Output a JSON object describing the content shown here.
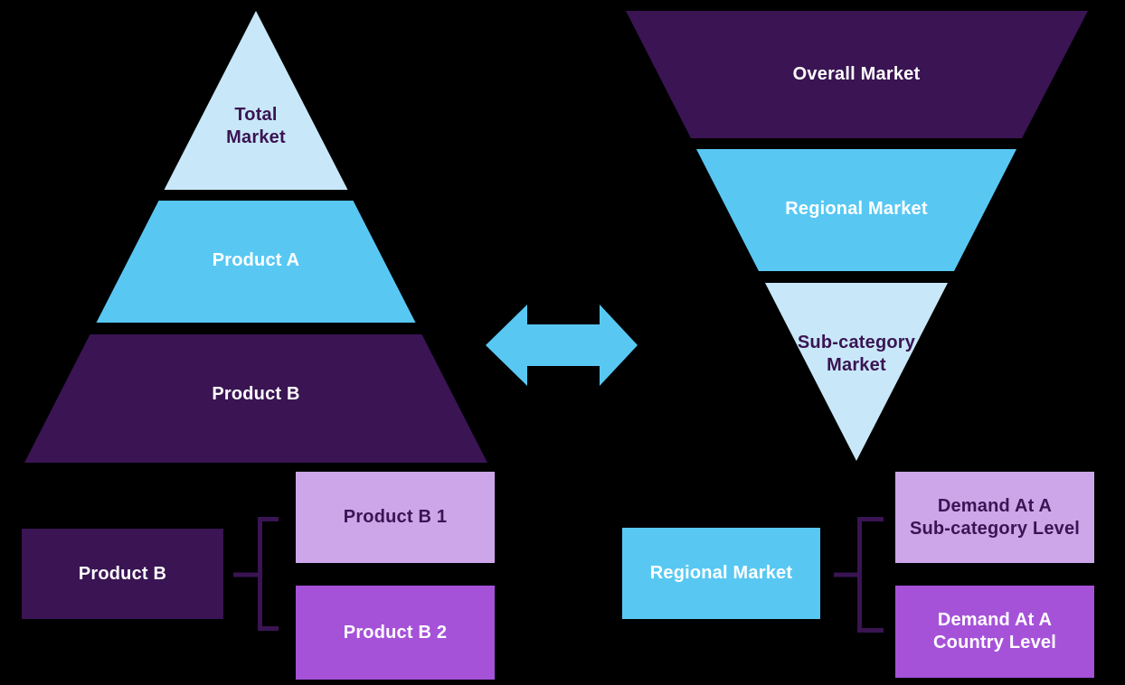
{
  "palette": {
    "background": "#000000",
    "light_blue": "#C8E8F9",
    "blue": "#58C8F3",
    "dark_purple": "#3A1453",
    "lavender": "#CDA6E9",
    "bright_purple": "#A552D9",
    "connector": "#3A1453",
    "white_text": "#FFFFFF"
  },
  "left_pyramid": {
    "levels": [
      {
        "label": "Total\nMarket"
      },
      {
        "label": "Product A"
      },
      {
        "label": "Product B"
      }
    ]
  },
  "right_funnel": {
    "levels": [
      {
        "label": "Overall Market"
      },
      {
        "label": "Regional Market"
      },
      {
        "label": "Sub-category\nMarket"
      }
    ]
  },
  "bottom_left_tree": {
    "root_label": "Product B",
    "children": [
      {
        "label": "Product B 1"
      },
      {
        "label": "Product B 2"
      }
    ]
  },
  "bottom_right_tree": {
    "root_label": "Regional Market",
    "children": [
      {
        "label": "Demand At A\nSub-category Level"
      },
      {
        "label": "Demand At A\nCountry Level"
      }
    ]
  }
}
